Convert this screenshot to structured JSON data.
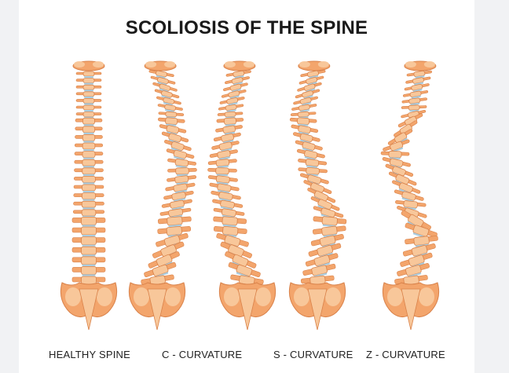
{
  "title": "SCOLIOSIS OF THE SPINE",
  "colors": {
    "bone": "#f3a56c",
    "bone_light": "#f8c79a",
    "bone_edge": "#d9824a",
    "disc": "#a9cde0",
    "background": "#f1f2f4",
    "card": "#ffffff"
  },
  "spines": [
    {
      "label": "HEALTHY SPINE",
      "shape": "straight"
    },
    {
      "label": "C - CURVATURE",
      "shape": "c-curve"
    },
    {
      "label": "",
      "shape": "c-curve-mirrored"
    },
    {
      "label": "S - CURVATURE",
      "shape": "s-curve"
    },
    {
      "label": "Z - CURVATURE",
      "shape": "z-curve"
    }
  ]
}
